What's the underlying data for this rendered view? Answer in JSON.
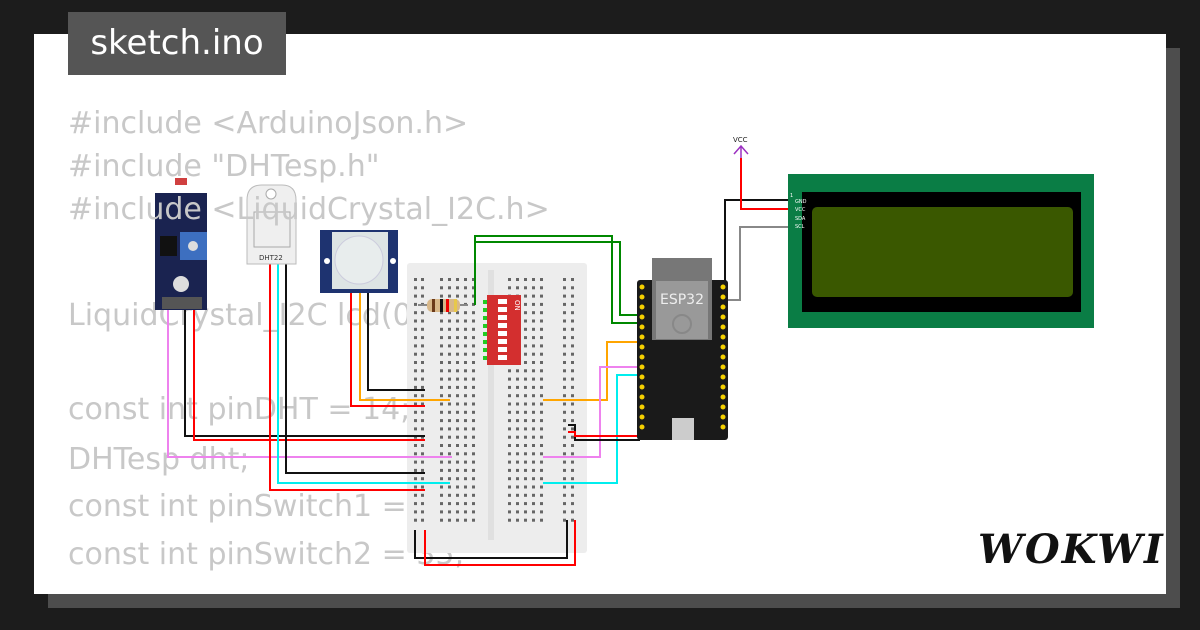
{
  "file_tab": {
    "title": "sketch.ino"
  },
  "code_lines": [
    "#include <ArduinoJson.h>",
    "#include \"DHTesp.h\"",
    "#include <LiquidCrystal_I2C.h>",
    "LiquidCrystal_I2C lcd(0",
    "const int pinDHT = 14;",
    "DHTesp dht;",
    "const int pinSwitch1 =",
    "const int pinSwitch2 = 35;"
  ],
  "components": {
    "dht_label": "DHT22",
    "esp_label": "ESP32",
    "vcc_label": "VCC",
    "dip_label": "ON",
    "lcd_pins": [
      "GND",
      "VCC",
      "SDA",
      "SCL"
    ],
    "lcd_pin1": "1"
  },
  "brand": {
    "logo": "WOKWI"
  },
  "colors": {
    "lcd_board": "#0a7d45",
    "lcd_screen": "#3a5800",
    "esp": "#1a1a1a",
    "dip": "#d32f2f"
  }
}
